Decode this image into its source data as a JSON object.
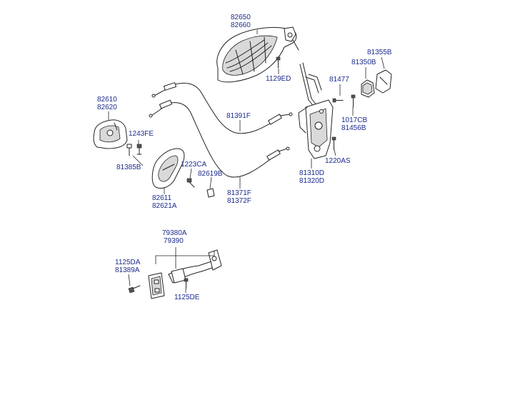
{
  "labels": {
    "outer_handle": [
      "82650",
      "82660"
    ],
    "screw_1129ed": "1129ED",
    "pin_81477": "81477",
    "cover_top": [
      "81355B",
      "81350B"
    ],
    "bolt_1017cb": [
      "1017CB",
      "81456B"
    ],
    "bolt_1220as": "1220AS",
    "latch": [
      "81310D",
      "81320D"
    ],
    "cable_upper": "81391F",
    "cable_lower": [
      "81371F",
      "81372F"
    ],
    "inner_handle_bezel": [
      "82610",
      "82620"
    ],
    "screw_1243fe": "1243FE",
    "clip_81385b": "81385B",
    "inner_handle": [
      "82611",
      "82621A"
    ],
    "screw_1223ca": "1223CA",
    "cap_82619b": "82619B",
    "checker": [
      "79380A",
      "79390"
    ],
    "bolt_1125da": [
      "1125DA",
      "81389A"
    ],
    "bolt_1125de": "1125DE"
  },
  "colors": {
    "label_text": "#1a2a8c",
    "line": "#222222",
    "background": "#ffffff"
  }
}
